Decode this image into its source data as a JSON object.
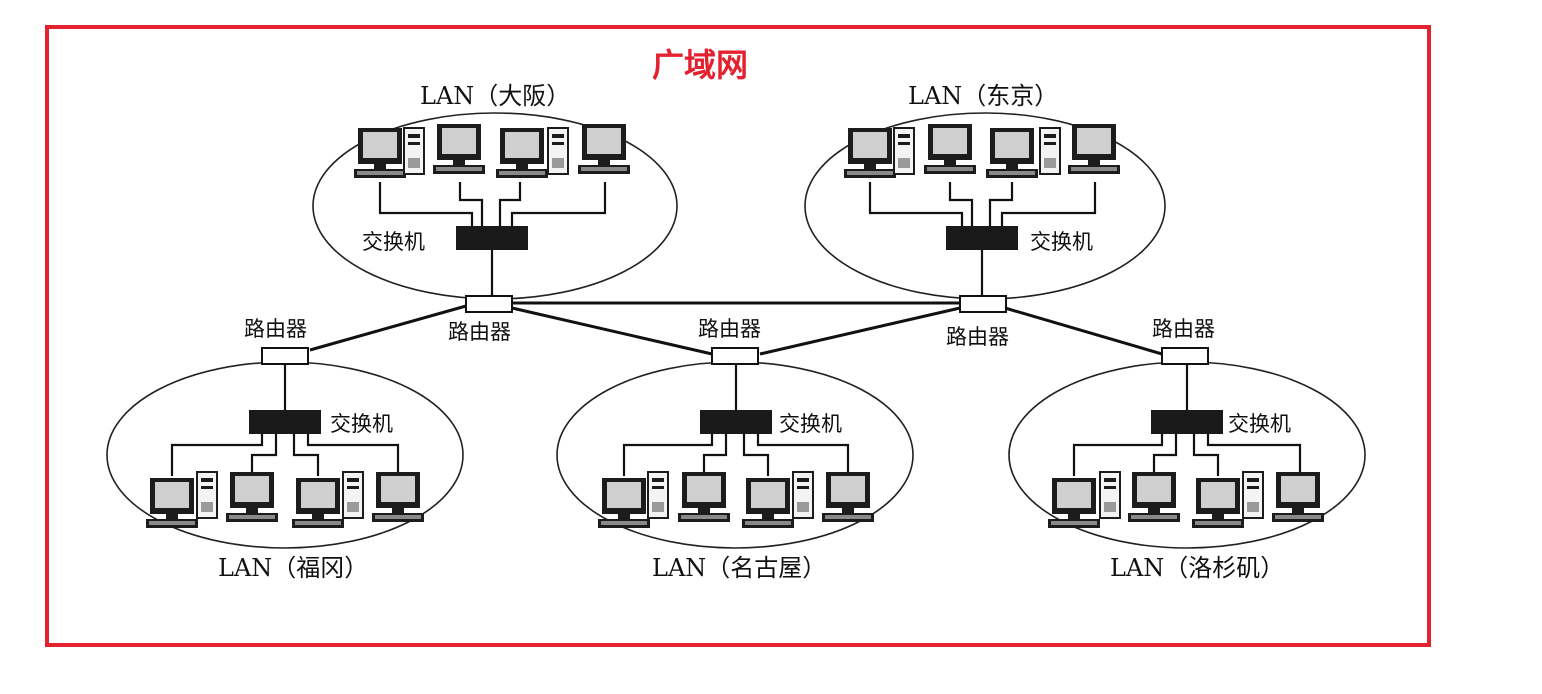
{
  "title": "广域网",
  "colors": {
    "frame": "#e3212f",
    "title": "#e3212f",
    "ink": "#111111"
  },
  "labels": {
    "switch": "交换机",
    "router": "路由器"
  },
  "lans": [
    {
      "id": "osaka",
      "label": "LAN（大阪）"
    },
    {
      "id": "tokyo",
      "label": "LAN（东京）"
    },
    {
      "id": "fukuoka",
      "label": "LAN（福冈）"
    },
    {
      "id": "nagoya",
      "label": "LAN（名古屋）"
    },
    {
      "id": "losangeles",
      "label": "LAN（洛杉矶）"
    }
  ]
}
